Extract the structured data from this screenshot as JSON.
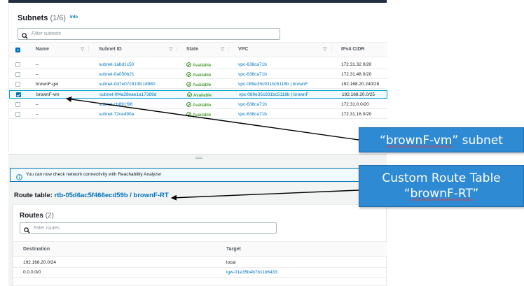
{
  "subnets": {
    "title": "Subnets",
    "count": "(1/6)",
    "info_label": "Info",
    "filter_placeholder": "Filter subnets",
    "columns": [
      "Name",
      "Subnet ID",
      "State",
      "VPC",
      "IPv4 CIDR"
    ],
    "rows": [
      {
        "name": "–",
        "subnet_id": "subnet-1abd1c50",
        "state": "Available",
        "vpc": "vpc-638ca71b",
        "cidr": "172.31.32.0/20",
        "selected": false
      },
      {
        "name": "–",
        "subnet_id": "subnet-0a050b21",
        "state": "Available",
        "vpc": "vpc-638ca71b",
        "cidr": "172.31.48.0/20",
        "selected": false
      },
      {
        "name": "brownF-gw",
        "subnet_id": "subnet-0d7e07c913fc18980",
        "state": "Available",
        "vpc": "vpc-089e35c931bc5118b | brownF",
        "cidr": "192.168.20.240/28",
        "selected": false
      },
      {
        "name": "brownF-vm",
        "subnet_id": "subnet-0f4a28eae1a17389d",
        "state": "Available",
        "vpc": "vpc-089e35c931bc5118b | brownF",
        "cidr": "192.168.20.0/25",
        "selected": true
      },
      {
        "name": "–",
        "subnet_id": "subnet-cb891f96",
        "state": "Available",
        "vpc": "vpc-638ca71b",
        "cidr": "172.31.0.0/20",
        "selected": false
      },
      {
        "name": "–",
        "subnet_id": "subnet-72ce490a",
        "state": "Available",
        "vpc": "vpc-638ca71b",
        "cidr": "172.31.16.0/20",
        "selected": false
      }
    ]
  },
  "notice": {
    "text": "You can now check network connectivity with Reachability Analyzer"
  },
  "route_table": {
    "prefix": "Route table: ",
    "link": "rtb-05d6ac5f466ecd59b / brownF-RT",
    "routes_title": "Routes",
    "routes_count": "(2)",
    "filter_placeholder": "Filter routes",
    "columns": [
      "Destination",
      "Target"
    ],
    "rows": [
      {
        "destination": "192.168.20.0/24",
        "target": "local",
        "target_is_link": false
      },
      {
        "destination": "0.0.0.0/0",
        "target": "igw-01e35b4b7b11b6433",
        "target_is_link": true
      }
    ]
  },
  "callouts": {
    "subnet_pre": "“",
    "subnet_word": "brownF-vm",
    "subnet_post": "” subnet",
    "route_line1": "Custom Route Table",
    "route_pre": "“",
    "route_word": "brownF-RT",
    "route_post": "”"
  },
  "colors": {
    "link": "#0073bb",
    "available": "#1d8102",
    "callout_bg": "#2e8ad3",
    "header_bar": "#232f3e"
  },
  "icons": [
    "search-icon",
    "check-circle-icon",
    "info-icon",
    "sort-icon",
    "resize-grip-icon"
  ]
}
